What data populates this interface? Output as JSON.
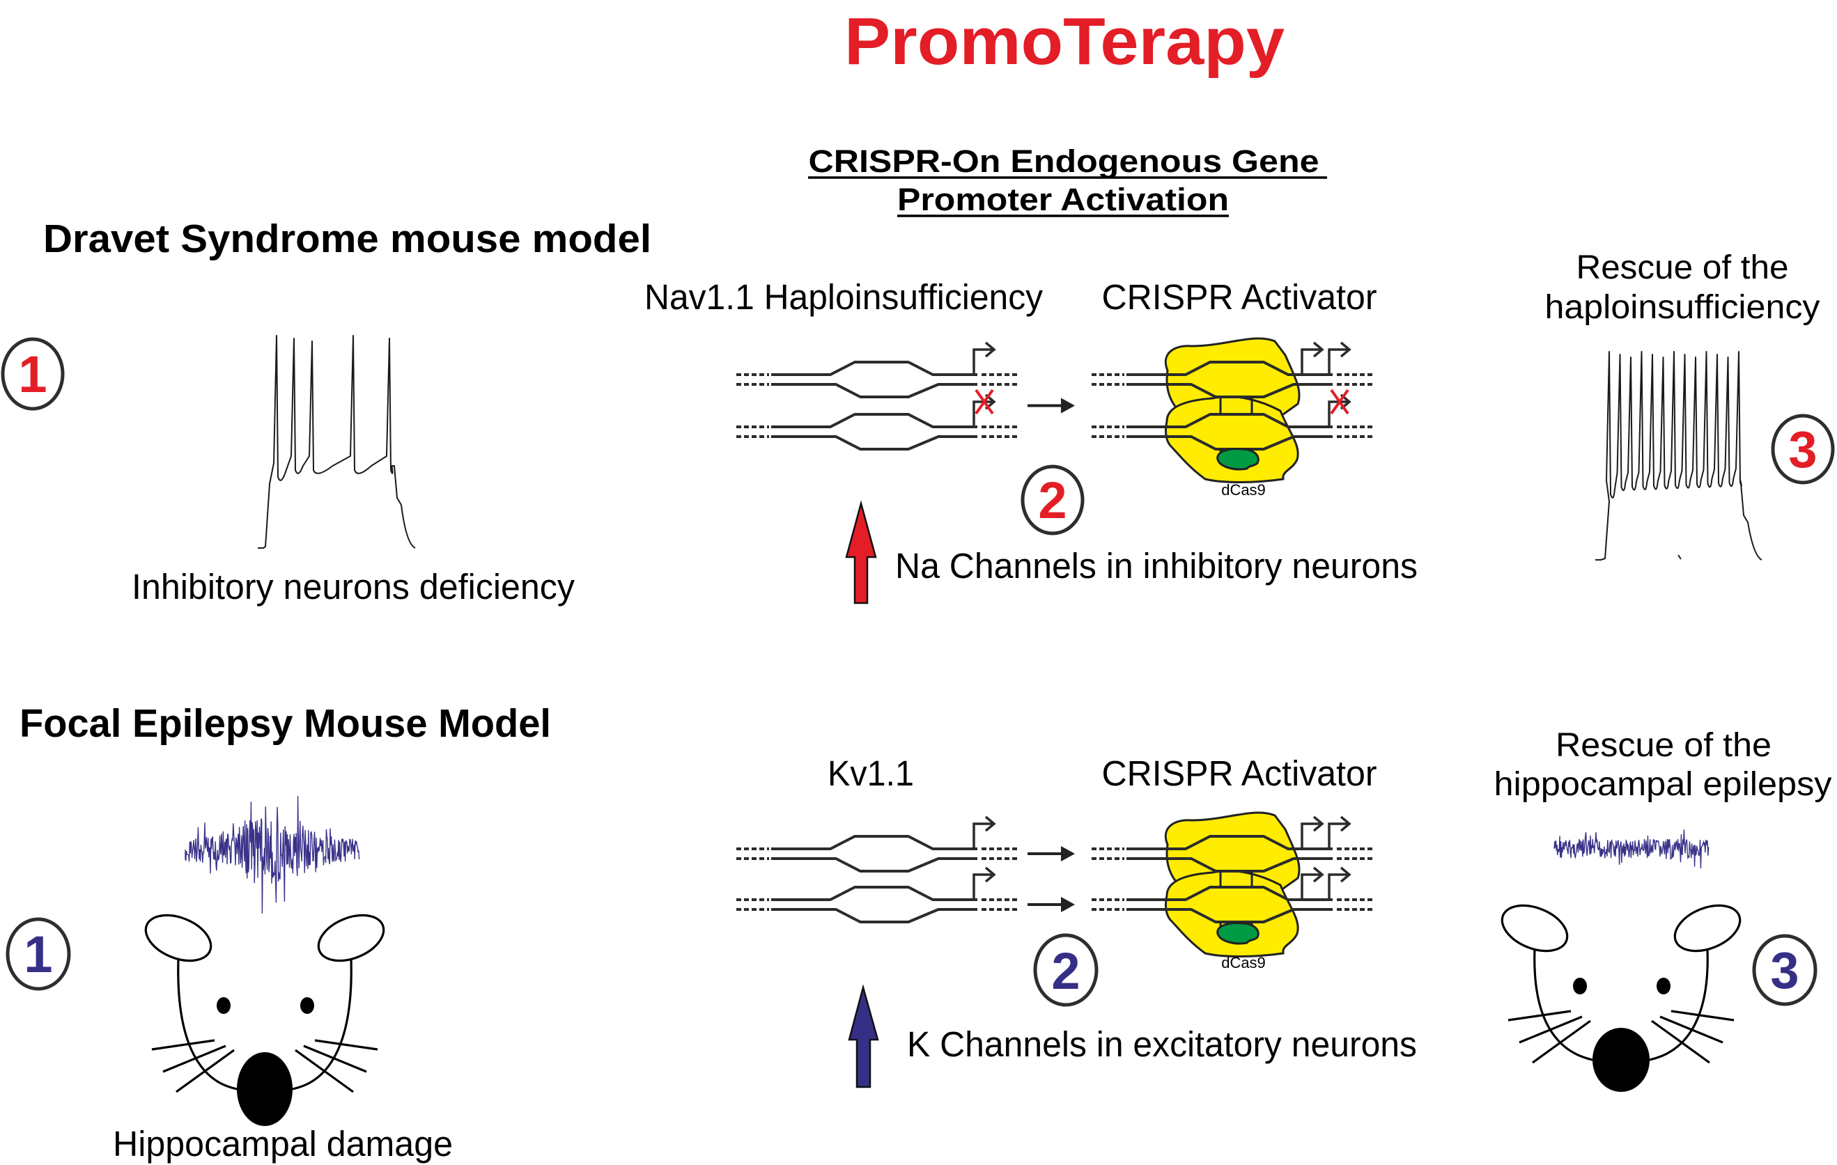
{
  "title": "PromoTerapy",
  "subtitle": {
    "line1": "CRISPR-On Endogenous Gene",
    "line2": "Promoter Activation"
  },
  "colors": {
    "title_red": "#e31e26",
    "dravet_accent": "#e31e26",
    "focal_accent": "#352f86",
    "eeg_trace": "#3a3389",
    "dcas9_yellow": "#ffec00",
    "dcas9_green": "#009a44",
    "x_mark_red": "#e31e26"
  },
  "dravet": {
    "heading": "Dravet Syndrome mouse model",
    "step1": {
      "number": "1",
      "caption": "Inhibitory neurons deficiency",
      "trace_icon": "action-potential-trace-sparse",
      "spike_count": 5
    },
    "step2": {
      "number": "2",
      "gene_label": "Nav1.1 Haploinsufficiency",
      "activator_label": "CRISPR Activator",
      "protein_label": "dCas9",
      "arrow_label": "Na Channels in inhibitory neurons",
      "arrow_direction": "up",
      "alleles": [
        {
          "name": "allele-1",
          "promoter_active": true,
          "activator_promoters": 2,
          "activator_active": true
        },
        {
          "name": "allele-2",
          "promoter_active": false,
          "activator_promoters": 1,
          "activator_active": false
        }
      ]
    },
    "step3": {
      "number": "3",
      "caption_line1": "Rescue of the",
      "caption_line2": "haploinsufficiency",
      "trace_icon": "action-potential-trace-dense",
      "spike_count": 13
    }
  },
  "focal": {
    "heading": "Focal Epilepsy Mouse Model",
    "step1": {
      "number": "1",
      "caption": "Hippocampal damage",
      "eeg_icon": "eeg-seizure-burst",
      "mouse_icon": "mouse-face"
    },
    "step2": {
      "number": "2",
      "gene_label": "Kv1.1",
      "activator_label": "CRISPR Activator",
      "protein_label": "dCas9",
      "arrow_label": "K Channels in excitatory neurons",
      "arrow_direction": "up",
      "alleles": [
        {
          "name": "allele-1",
          "promoter_active": true,
          "activator_promoters": 2,
          "activator_active": true
        },
        {
          "name": "allele-2",
          "promoter_active": true,
          "activator_promoters": 2,
          "activator_active": true
        }
      ]
    },
    "step3": {
      "number": "3",
      "caption_line1": "Rescue of the",
      "caption_line2": "hippocampal epilepsy",
      "eeg_icon": "eeg-normal",
      "mouse_icon": "mouse-face"
    }
  }
}
